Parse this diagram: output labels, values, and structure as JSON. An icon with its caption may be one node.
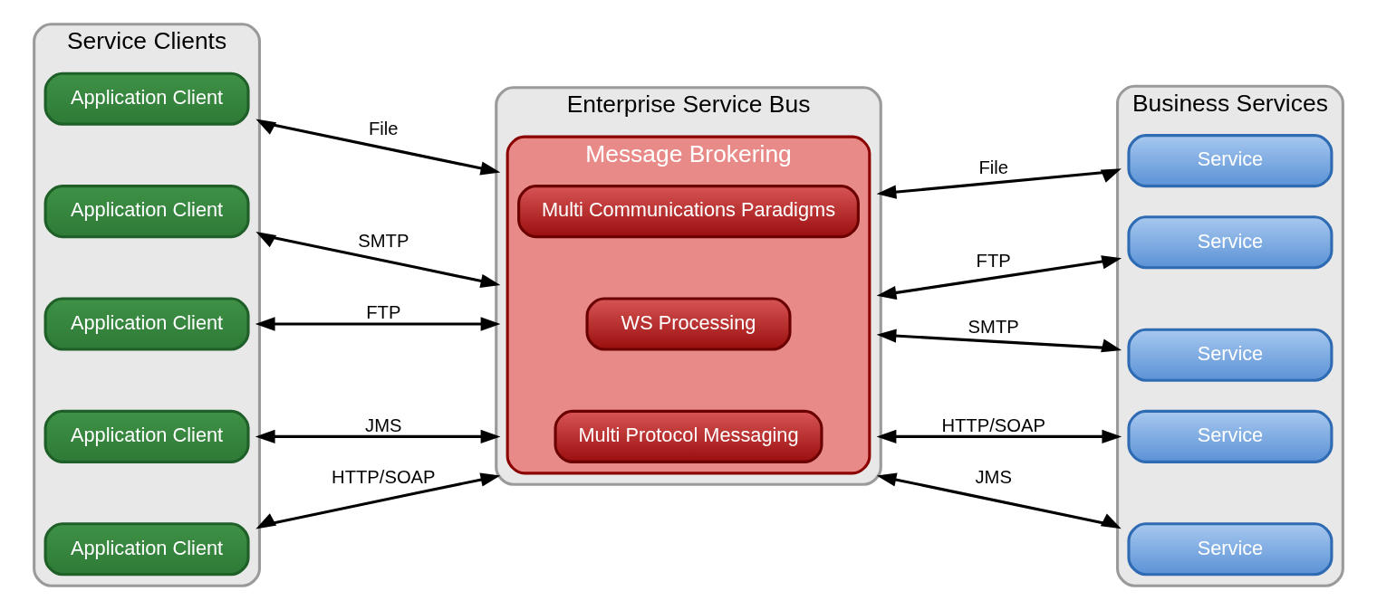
{
  "diagram": {
    "nodes": [
      {
        "text": [
          "Service Clients"
        ]
      },
      {
        "text": [
          "Application Client"
        ],
        "in": 0
      },
      {
        "text": [
          "Application Client"
        ],
        "in": 0
      },
      {
        "text": [
          "Application Client"
        ],
        "in": 0
      },
      {
        "text": [
          "Application Client"
        ],
        "in": 0
      },
      {
        "text": [
          "Application Client"
        ],
        "in": 0
      },
      {
        "text": [
          "Enterprise Service Bus"
        ]
      },
      {
        "text": [
          "Message Brokering"
        ],
        "in": 6
      },
      {
        "text": [
          "Multi Protocol Messaging"
        ],
        "in": 7
      },
      {
        "text": [
          "WS Processing"
        ],
        "in": 7
      },
      {
        "text": [
          "Multi Communications Paradigms"
        ],
        "in": 7
      },
      {
        "text": [
          "Business Services"
        ]
      },
      {
        "text": [
          "Service"
        ],
        "in": 11
      },
      {
        "text": [
          "Service"
        ],
        "in": 11
      },
      {
        "text": [
          "Service"
        ],
        "in": 11
      },
      {
        "text": [
          "Service"
        ],
        "in": 11
      },
      {
        "text": [
          "Service"
        ],
        "in": 11
      }
    ],
    "edges": [
      {
        "from": 0,
        "to": 6,
        "arrow": "both",
        "label": "HTTP/SOAP"
      },
      {
        "from": 0,
        "to": 6,
        "arrow": "both",
        "label": "JMS"
      },
      {
        "from": 0,
        "to": 6,
        "arrow": "both",
        "label": "FTP"
      },
      {
        "from": 0,
        "to": 6,
        "arrow": "both",
        "label": "SMTP"
      },
      {
        "from": 0,
        "to": 6,
        "arrow": "both",
        "label": "File"
      },
      {
        "from": 6,
        "to": 11,
        "arrow": "both",
        "label": "HTTP/SOAP"
      },
      {
        "from": 6,
        "to": 11,
        "arrow": "both",
        "label": "JMS"
      },
      {
        "from": 6,
        "to": 11,
        "arrow": "both",
        "label": "FTP"
      },
      {
        "from": 6,
        "to": 11,
        "arrow": "both",
        "label": "SMTP"
      },
      {
        "from": 6,
        "to": 11,
        "arrow": "both",
        "label": "File"
      }
    ]
  }
}
